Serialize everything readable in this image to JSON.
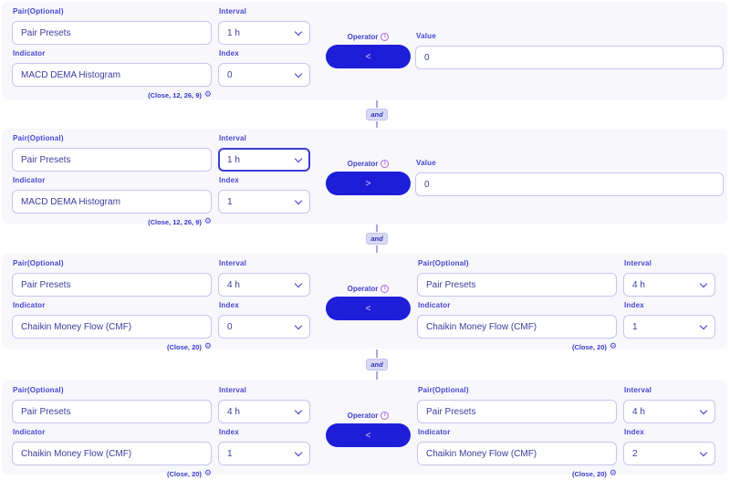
{
  "colors": {
    "accent": "#1e1ed9",
    "label_blue": "#4646d2",
    "input_text": "#3c3c9e",
    "field_border": "#c6c6ee",
    "focused_border": "#3c3cd2",
    "panel_background": "#f7f7fc",
    "info_icon": "#b168dd",
    "connector": "#a9a9e4"
  },
  "labels": {
    "pair": "Pair(Optional)",
    "interval": "Interval",
    "indicator": "Indicator",
    "index": "Index",
    "operator": "Operator",
    "value": "Value"
  },
  "icons": {
    "info": "i",
    "gear": "⚙"
  },
  "connector": {
    "label": "and"
  },
  "conditions": [
    {
      "left": {
        "pair": "Pair Presets",
        "interval": "1 h",
        "indicator": "MACD DEMA Histogram",
        "index": "0",
        "params": "(Close, 12, 26, 9)"
      },
      "operator": "<",
      "value": "0"
    },
    {
      "left": {
        "pair": "Pair Presets",
        "interval": "1 h",
        "indicator": "MACD DEMA Histogram",
        "index": "1",
        "params": "(Close, 12, 26, 9)"
      },
      "operator": ">",
      "value": "0"
    },
    {
      "left": {
        "pair": "Pair Presets",
        "interval": "4 h",
        "indicator": "Chaikin Money Flow (CMF)",
        "index": "0",
        "params": "(Close, 20)"
      },
      "operator": "<",
      "right": {
        "pair": "Pair Presets",
        "interval": "4 h",
        "indicator": "Chaikin Money Flow (CMF)",
        "index": "1",
        "params": "(Close, 20)"
      }
    },
    {
      "left": {
        "pair": "Pair Presets",
        "interval": "4 h",
        "indicator": "Chaikin Money Flow (CMF)",
        "index": "1",
        "params": "(Close, 20)"
      },
      "operator": "<",
      "right": {
        "pair": "Pair Presets",
        "interval": "4 h",
        "indicator": "Chaikin Money Flow (CMF)",
        "index": "2",
        "params": "(Close, 20)"
      }
    }
  ]
}
